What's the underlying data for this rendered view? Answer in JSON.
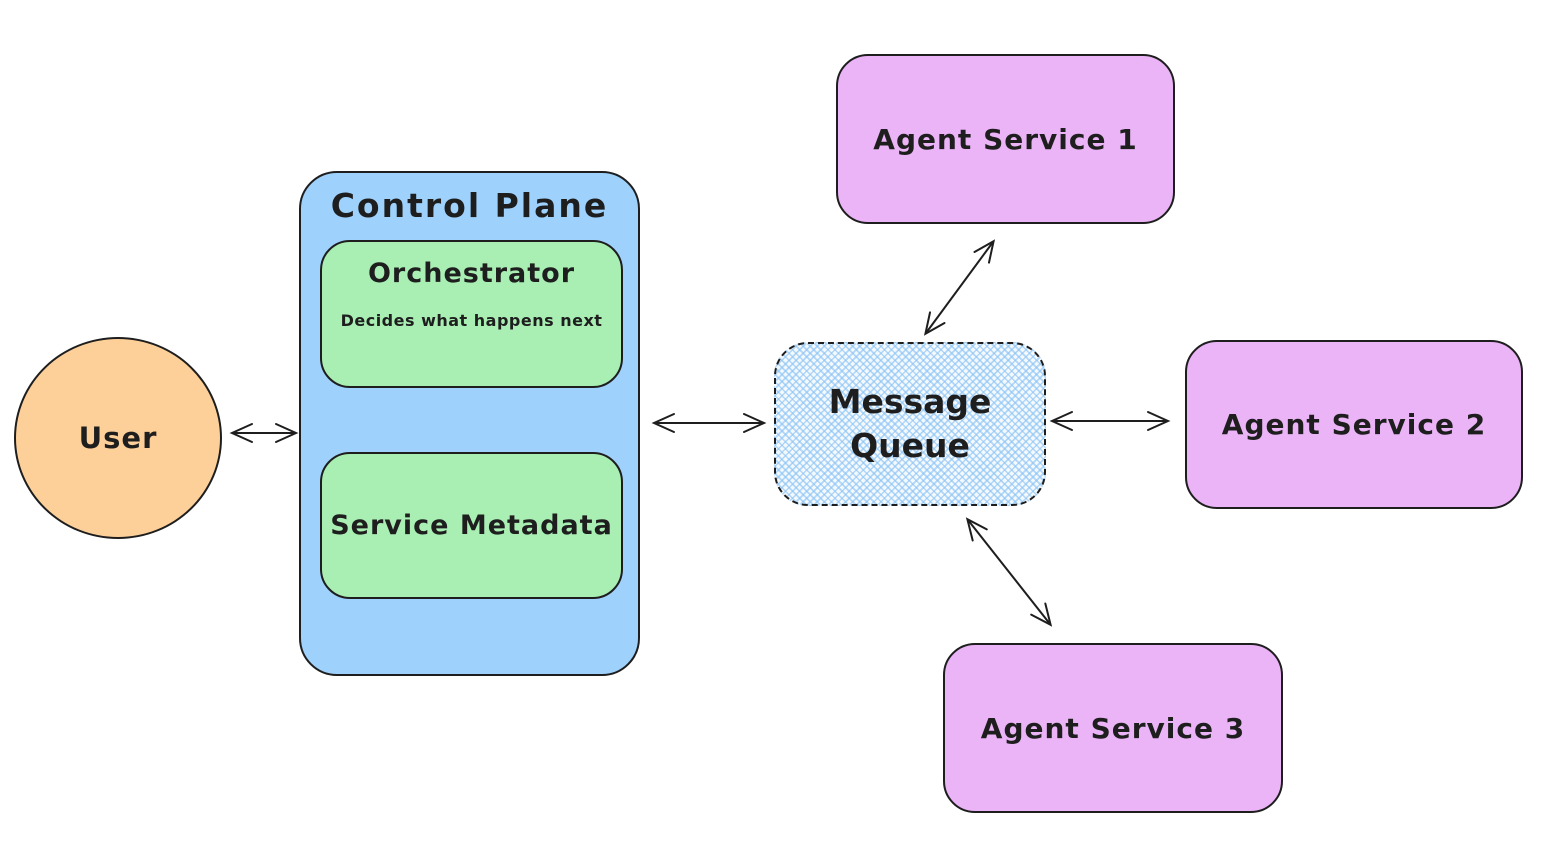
{
  "diagram": {
    "background": "#ffffff",
    "stroke_color": "#1e1e1e",
    "nodes": {
      "user": {
        "label": "User",
        "shape": "ellipse",
        "fill": "#fdd09a"
      },
      "control_plane": {
        "label": "Control Plane",
        "shape": "rounded-rectangle",
        "fill": "#9ed1fb"
      },
      "orchestrator": {
        "label": "Orchestrator",
        "description": "Decides what happens next",
        "shape": "rounded-rectangle",
        "fill": "#a9efb4"
      },
      "service_metadata": {
        "label": "Service Metadata",
        "shape": "rounded-rectangle",
        "fill": "#a9efb4"
      },
      "message_queue": {
        "label": "Message Queue",
        "shape": "rounded-rectangle",
        "border_style": "dashed",
        "fill_style": "cross-hatch",
        "fill": "#f4f9fe",
        "hatch_color": "#8cc3f5"
      },
      "agent_service_1": {
        "label": "Agent Service 1",
        "shape": "rounded-rectangle",
        "fill": "#eab4f6"
      },
      "agent_service_2": {
        "label": "Agent Service 2",
        "shape": "rounded-rectangle",
        "fill": "#eab4f6"
      },
      "agent_service_3": {
        "label": "Agent Service 3",
        "shape": "rounded-rectangle",
        "fill": "#eab4f6"
      }
    },
    "edges": [
      {
        "from": "User",
        "to": "Control Plane",
        "type": "double-arrow"
      },
      {
        "from": "Control Plane",
        "to": "Message Queue",
        "type": "double-arrow"
      },
      {
        "from": "Message Queue",
        "to": "Agent Service 1",
        "type": "double-arrow"
      },
      {
        "from": "Message Queue",
        "to": "Agent Service 2",
        "type": "double-arrow"
      },
      {
        "from": "Message Queue",
        "to": "Agent Service 3",
        "type": "double-arrow"
      }
    ]
  }
}
